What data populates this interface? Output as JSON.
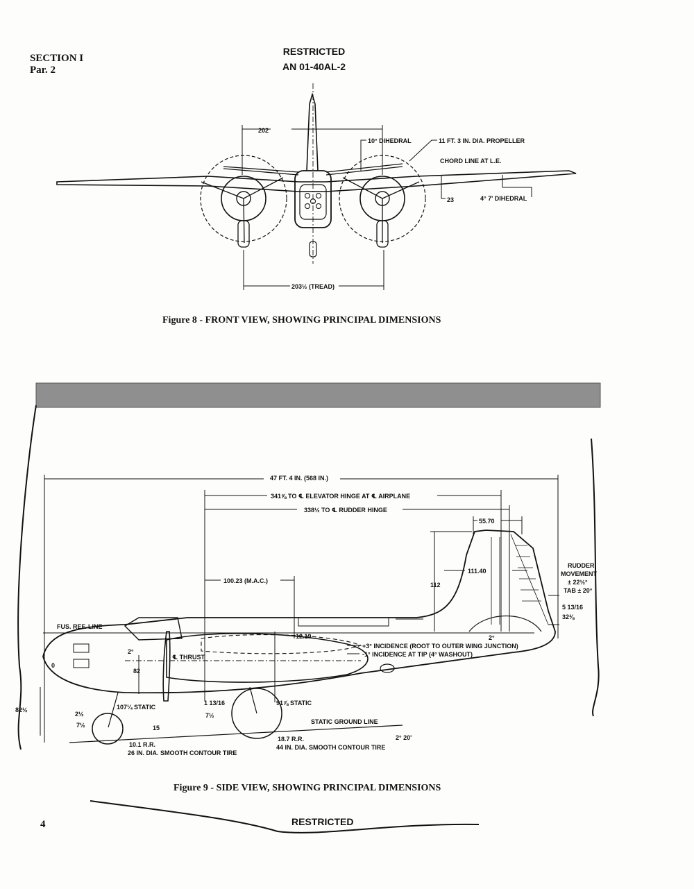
{
  "header": {
    "section": "SECTION I",
    "paragraph": "Par. 2",
    "classification": "RESTRICTED",
    "document_number": "AN 01-40AL-2"
  },
  "figure8": {
    "caption": "Figure 8 - FRONT VIEW, SHOWING PRINCIPAL DIMENSIONS",
    "labels": {
      "span_202": "202",
      "dihedral_10": "10° DIHEDRAL",
      "propeller": "11 FT. 3 IN. DIA. PROPELLER",
      "chord_line": "CHORD LINE AT L.E.",
      "dim_23": "23",
      "dihedral_4_7": "4°  7'  DIHEDRAL",
      "tread": "203½ (TREAD)"
    }
  },
  "figure9": {
    "caption": "Figure 9 - SIDE VIEW, SHOWING PRINCIPAL DIMENSIONS",
    "labels": {
      "overall_length": "47 FT. 4 IN. (568 IN.)",
      "elevator_hinge": "341⅝ TO ℄ ELEVATOR HINGE AT ℄ AIRPLANE",
      "rudder_hinge": "338½ TO ℄ RUDDER HINGE",
      "dim_5570": "55.70",
      "dim_112": "112",
      "dim_11140": "111.40",
      "mac": "100.23 (M.A.C.)",
      "rudder_movement": "RUDDER",
      "rudder_movement_2": "MOVEMENT",
      "rudder_angle": "± 22½°",
      "tab_angle": "TAB ± 20°",
      "dim_5_13_16": "5 13/16",
      "dim_32_3_8": "32⅜",
      "fus_ref_line": "FUS. REF. LINE",
      "dim_12_19": "12.19",
      "incidence_root": "+3° INCIDENCE (ROOT TO OUTER WING JUNCTION)",
      "incidence_tip": "-1° INCIDENCE AT TIP (4° WASHOUT)",
      "thrust": "℄ THRUST",
      "angle_2": "2°",
      "angle_2_tail": "2°",
      "dim_82": "82",
      "dim_0": "0",
      "dim_82_half": "82½",
      "static_107": "107¼ STATIC",
      "dim_2_half": "2½",
      "dim_7_half_l": "7½",
      "dim_15": "15",
      "dim_1_13_16": "1 13/16",
      "dim_7_half_m": "7½",
      "static_91": "91⅞ STATIC",
      "static_ground": "STATIC GROUND LINE",
      "angle_2_20": "2° 20'",
      "rr_10": "10.1 R.R.",
      "tire_26": "26 IN. DIA. SMOOTH CONTOUR TIRE",
      "rr_18": "18.7 R.R.",
      "tire_44": "44 IN. DIA. SMOOTH CONTOUR TIRE"
    }
  },
  "footer": {
    "page_number": "4",
    "classification": "RESTRICTED"
  }
}
